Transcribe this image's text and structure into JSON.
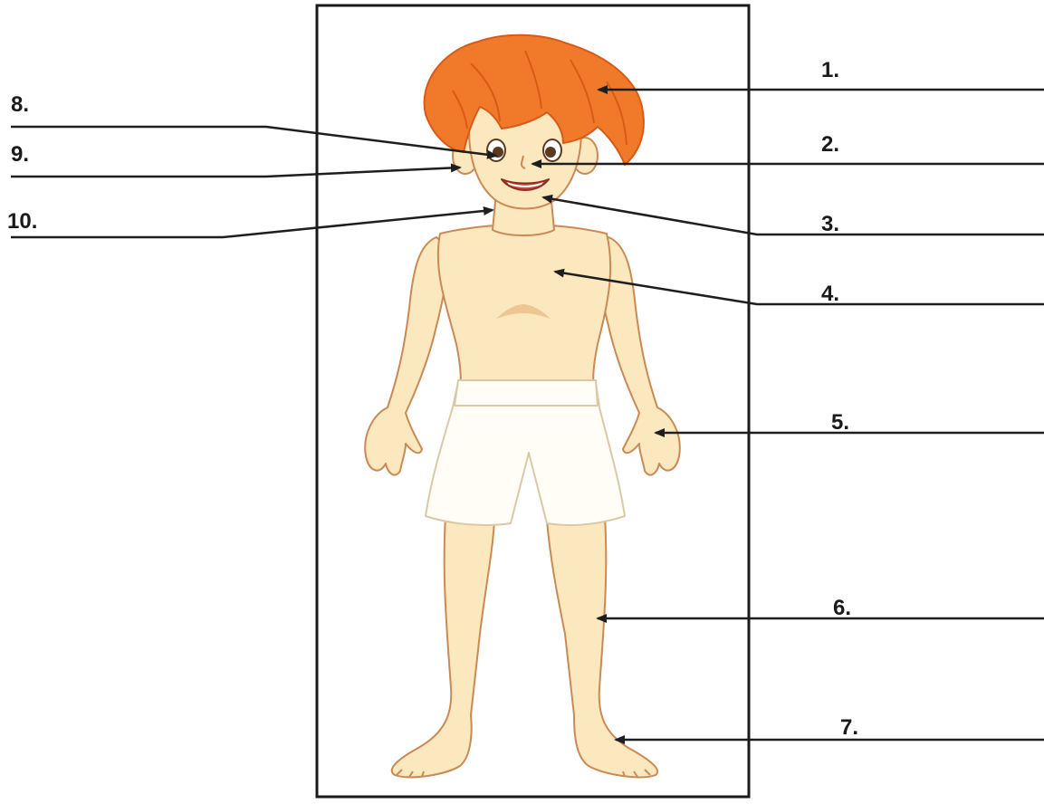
{
  "worksheet": {
    "labels": [
      {
        "number": "1.",
        "part_hint": "hair"
      },
      {
        "number": "2.",
        "part_hint": "nose"
      },
      {
        "number": "3.",
        "part_hint": "mouth"
      },
      {
        "number": "4.",
        "part_hint": "chest"
      },
      {
        "number": "5.",
        "part_hint": "hand"
      },
      {
        "number": "6.",
        "part_hint": "leg"
      },
      {
        "number": "7.",
        "part_hint": "foot"
      },
      {
        "number": "8.",
        "part_hint": "eye"
      },
      {
        "number": "9.",
        "part_hint": "ear"
      },
      {
        "number": "10.",
        "part_hint": "neck"
      }
    ]
  },
  "colors": {
    "hair": "#f07a2a",
    "hair_dark": "#d85a17",
    "skin": "#fbe8bf",
    "skin_shade": "#eec693",
    "outline": "#c98a55",
    "shorts": "#fffdf6",
    "frame": "#1a1a1a",
    "line": "#1e1e1e"
  }
}
